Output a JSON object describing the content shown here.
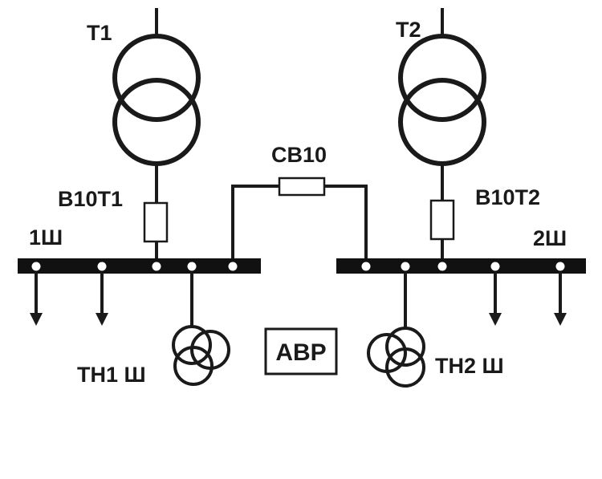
{
  "labels": {
    "t1": "T1",
    "t2": "T2",
    "b10t1": "B10T1",
    "b10t2": "B10T2",
    "cb10": "CB10",
    "bus1": "1Ш",
    "bus2": "2Ш",
    "th1": "TH1 Ш",
    "th2": "TH2 Ш",
    "avr": "ABP"
  },
  "colors": {
    "ink": "#1a1a1a",
    "background": "#ffffff"
  }
}
